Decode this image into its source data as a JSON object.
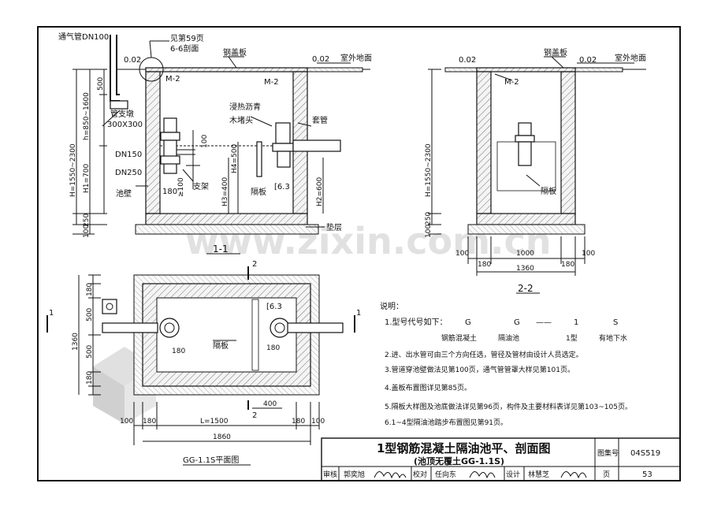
{
  "watermark": "www.zixin.com.cn",
  "section11": {
    "title": "1-1",
    "labels": {
      "vent": "通气管DN100",
      "ref59": "见第59页",
      "ref66": "6-6剖面",
      "cover": "钢盖板",
      "level_left": "0.02",
      "level_right": "0.02",
      "outdoor": "室外地面",
      "m2a": "M-2",
      "m2b": "M-2",
      "bitumen": "浸热沥青",
      "plug": "木堵头",
      "sleeve": "套管",
      "pipe_support": "管支墩",
      "support_size": "300X300",
      "dn150": "DN150",
      "dn250": "DN250",
      "pool_wall": "池壁",
      "bracket": "支架",
      "partition": "隔板",
      "angle": "[6.3",
      "dim_180": "180",
      "ge100": "≥100",
      "dim_100": "100",
      "cushion": "垫层"
    },
    "dims_left": {
      "H": "H=1550~2300",
      "h": "h=850~1600",
      "H1": "H1=700",
      "d500": "500",
      "d250": "250",
      "d100": "100"
    },
    "dims_inner": {
      "H3": "H3=400",
      "H4": "H4=500",
      "H2": "H2=600"
    }
  },
  "section22": {
    "title": "2-2",
    "labels": {
      "level_left": "0.02",
      "level_right": "0.02",
      "cover": "钢盖板",
      "outdoor": "室外地面",
      "m2": "M-2",
      "partition": "隔板"
    },
    "dims": {
      "H": "H=1550~2300",
      "d250": "250",
      "d100": "100",
      "b100a": "100",
      "b180a": "180",
      "b1000": "1000",
      "b180b": "180",
      "b100b": "100",
      "b1360": "1360"
    }
  },
  "plan": {
    "title": "GG-1.1S平面图",
    "cut1": "1",
    "cut2": "2",
    "labels": {
      "angle": "[6.3",
      "d180a": "180",
      "d180b": "180",
      "partition": "隔板"
    },
    "dims_left": {
      "d180a": "180",
      "d500a": "500",
      "d500b": "500",
      "d180b": "180",
      "d1360": "1360"
    },
    "dims_bottom": {
      "d400": "400",
      "d100a": "100",
      "d180a": "180",
      "L": "L=1500",
      "d180b": "180",
      "d100b": "100",
      "d1860": "1860"
    }
  },
  "notes": {
    "header": "说明：",
    "n1": "1.型号代号如下：",
    "code_g1": "G",
    "code_g2": "G",
    "code_dash": "——",
    "code_1": "1",
    "code_s": "S",
    "code_g1_desc": "钢筋混凝土",
    "code_g2_desc": "隔油池",
    "code_1_desc": "1型",
    "code_s_desc": "有地下水",
    "n2": "2.进、出水管可由三个方向任选，管径及管材由设计人员选定。",
    "n3": "3.管道穿池壁做法见第100页，通气管管罩大样见第101页。",
    "n4": "4.盖板布置图详见第85页。",
    "n5": "5.隔板大样图及池底做法详见第96页，构件及主要材料表详见第103~105页。",
    "n6": "6.1~4型隔油池踏步布置图见第91页。"
  },
  "titleblock": {
    "title": "1型钢筋混凝土隔油池平、剖面图",
    "subtitle": "(池顶无覆土GG-1.1S)",
    "atlas_label": "图集号",
    "atlas_no": "04S519",
    "review_label": "审核",
    "reviewer": "郭奕旭",
    "check_label": "校对",
    "checker": "任向东",
    "design_label": "设计",
    "designer": "林慧芝",
    "page_label": "页",
    "page_no": "53"
  }
}
